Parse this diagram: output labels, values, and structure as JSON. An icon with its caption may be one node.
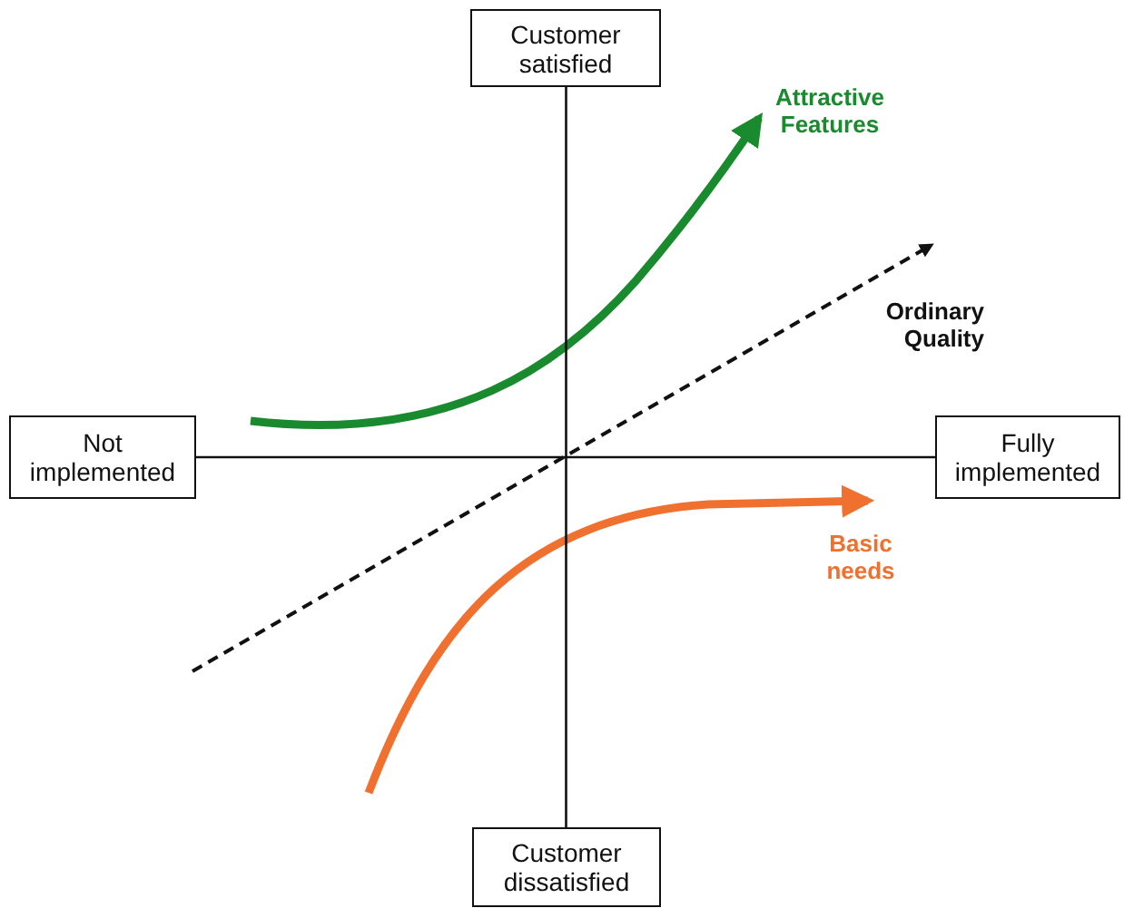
{
  "diagram": {
    "nodes": [
      {
        "text": [
          "Customer satisfied"
        ]
      },
      {
        "text": [
          "Not implemented"
        ]
      },
      {
        "text": [
          "Fully implemented"
        ]
      },
      {
        "text": [
          "Customer dissatisfied"
        ]
      }
    ],
    "edges": [
      {
        "from": 0,
        "to": 3,
        "arrow": "none"
      },
      {
        "from": 1,
        "to": 2,
        "arrow": "none"
      }
    ],
    "labels": [
      "Attractive Features",
      "Ordinary Quality",
      "Basic needs"
    ]
  }
}
